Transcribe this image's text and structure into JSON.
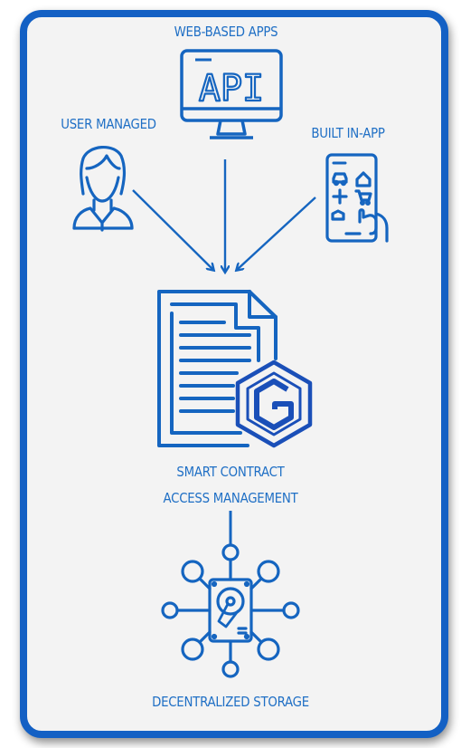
{
  "labels": {
    "web_based_apps": "WEB-BASED APPS",
    "api_text": "API",
    "user_managed": "USER MANAGED",
    "built_in_app": "BUILT IN-APP",
    "smart_contract_line1": "SMART CONTRACT",
    "smart_contract_line2": "ACCESS MANAGEMENT",
    "decentralized_storage": "DECENTRALIZED STORAGE"
  },
  "colors": {
    "frame_border": "#1360c4",
    "icon_blue": "#1565c0",
    "label_blue": "#1f6fc5",
    "background": "#f3f3f3"
  },
  "icons": [
    "monitor-api-icon",
    "user-icon",
    "smartphone-apps-icon",
    "document-icon",
    "hexagon-logo-icon",
    "hard-drive-network-icon"
  ]
}
